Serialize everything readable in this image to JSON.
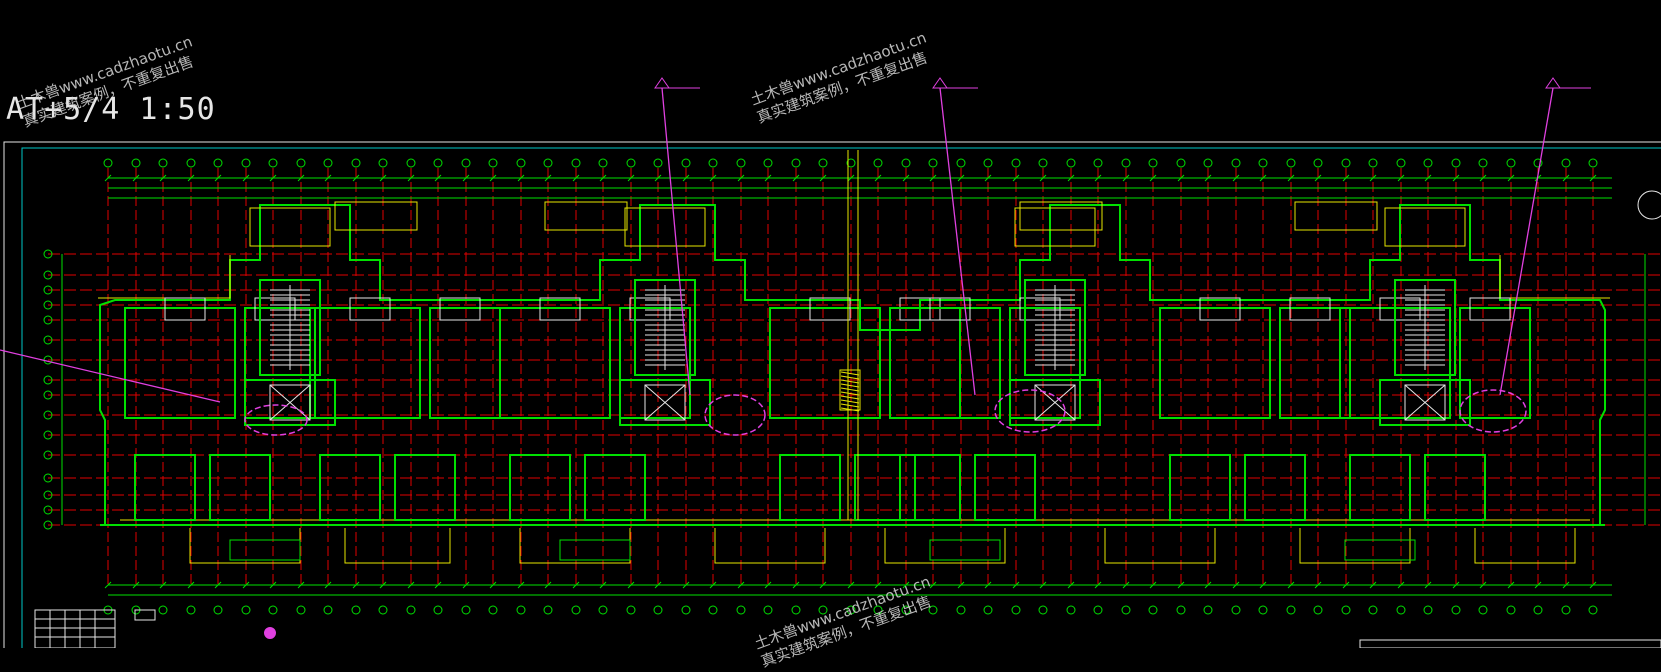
{
  "drawing": {
    "scale_label": "AT+5/4 1:50",
    "watermark_line1": "土木兽www.cadzhaotu.cn",
    "watermark_line2": "真实建筑案例，不重复出售"
  },
  "colors": {
    "background": "#000000",
    "frame": "#00c8c8",
    "axis_red": "#e00000",
    "dimension_green": "#00e000",
    "wall_yellow": "#e6e600",
    "leader_magenta": "#e040e0",
    "stair_white": "#e6e6e6"
  },
  "icons": [
    "north-arrow-icon",
    "elevation-marker-icon"
  ]
}
